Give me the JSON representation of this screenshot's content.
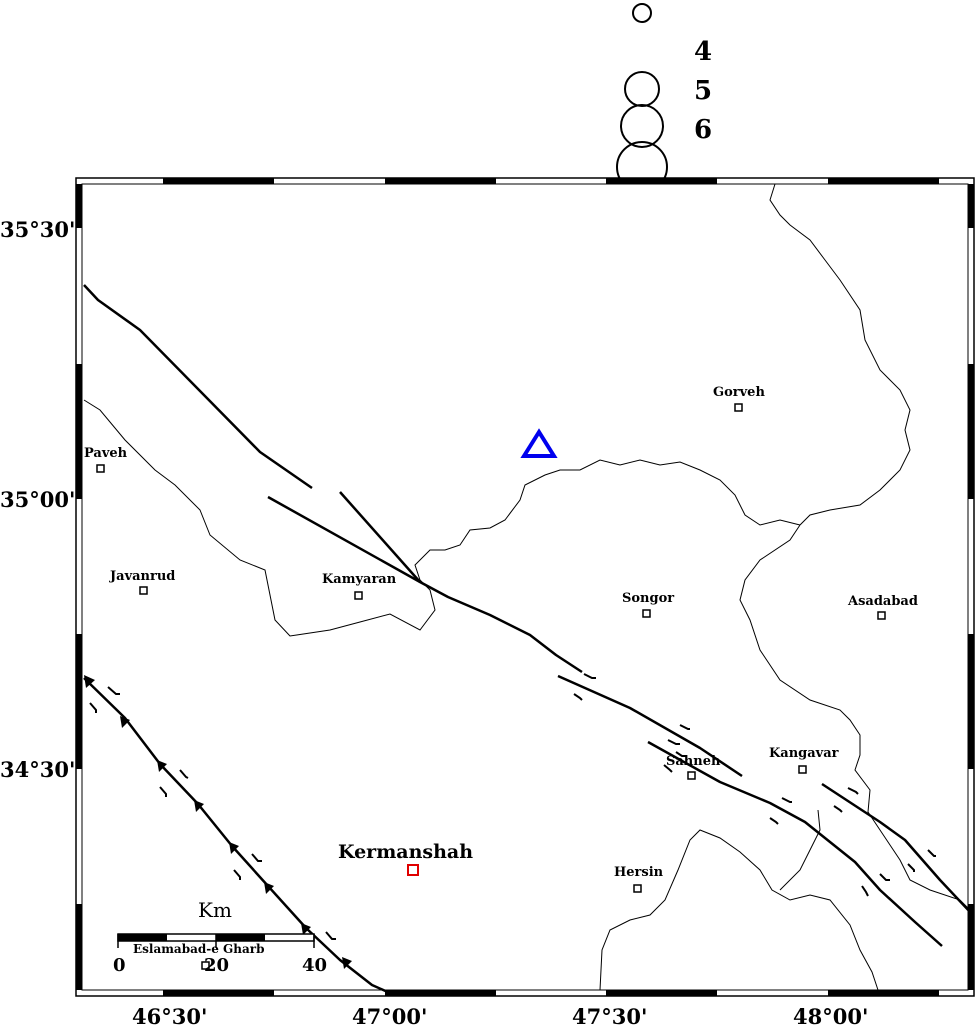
{
  "legend": {
    "magnitude_labels": [
      "4",
      "5",
      "6"
    ]
  },
  "axes": {
    "latitude_labels": [
      "35°30'",
      "35°00'",
      "34°30'"
    ],
    "longitude_labels": [
      "46°30'",
      "47°00'",
      "47°30'",
      "48°00'"
    ]
  },
  "cities": [
    {
      "id": "paveh",
      "name": "Paveh"
    },
    {
      "id": "javanrud",
      "name": "Javanrud"
    },
    {
      "id": "kamyaran",
      "name": "Kamyaran"
    },
    {
      "id": "gorveh",
      "name": "Gorveh"
    },
    {
      "id": "songor",
      "name": "Songor"
    },
    {
      "id": "asadabad",
      "name": "Asadabad"
    },
    {
      "id": "sahneh",
      "name": "Sahneh"
    },
    {
      "id": "kangavar",
      "name": "Kangavar"
    },
    {
      "id": "hersin",
      "name": "Hersin"
    },
    {
      "id": "eslamabad",
      "name": "Eslamabad-e Gharb"
    }
  ],
  "capital": {
    "name": "Kermanshah",
    "color": "#e00000"
  },
  "station": {
    "symbol": "triangle",
    "color": "#0000ee"
  },
  "scale_bar": {
    "unit": "Km",
    "ticks": [
      "0",
      "20",
      "40"
    ]
  }
}
